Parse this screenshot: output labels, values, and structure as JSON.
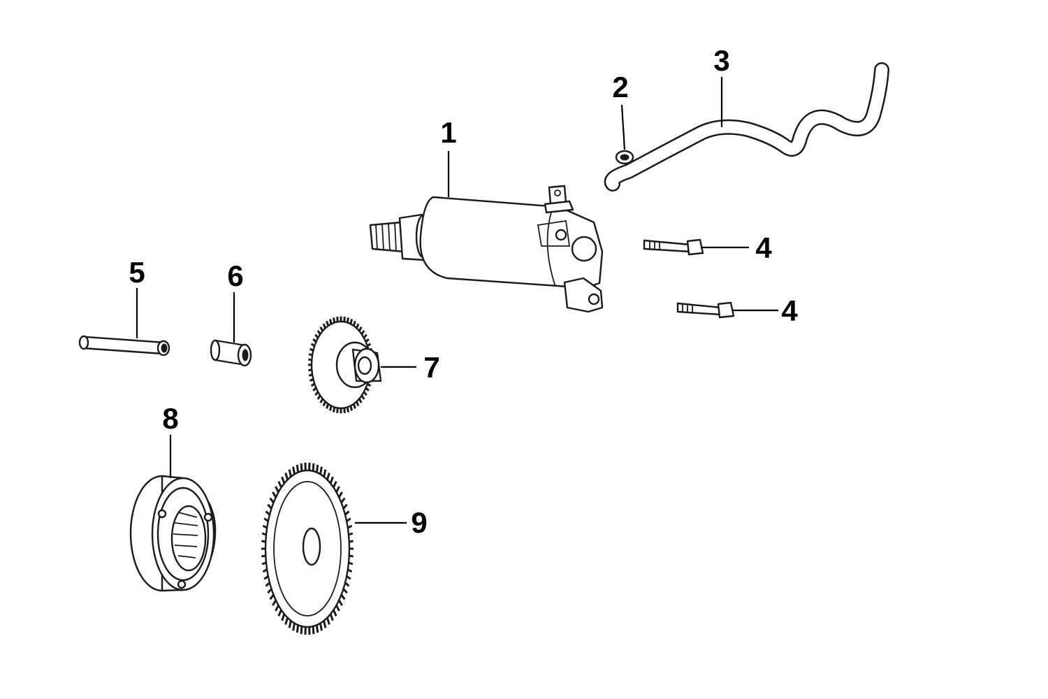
{
  "colors": {
    "ink": "#1a1a1a",
    "background": "#ffffff"
  },
  "callouts": [
    {
      "id": "1",
      "label": "1"
    },
    {
      "id": "2",
      "label": "2"
    },
    {
      "id": "3",
      "label": "3"
    },
    {
      "id": "4a",
      "label": "4"
    },
    {
      "id": "4b",
      "label": "4"
    },
    {
      "id": "5",
      "label": "5"
    },
    {
      "id": "6",
      "label": "6"
    },
    {
      "id": "7",
      "label": "7"
    },
    {
      "id": "8",
      "label": "8"
    },
    {
      "id": "9",
      "label": "9"
    }
  ]
}
